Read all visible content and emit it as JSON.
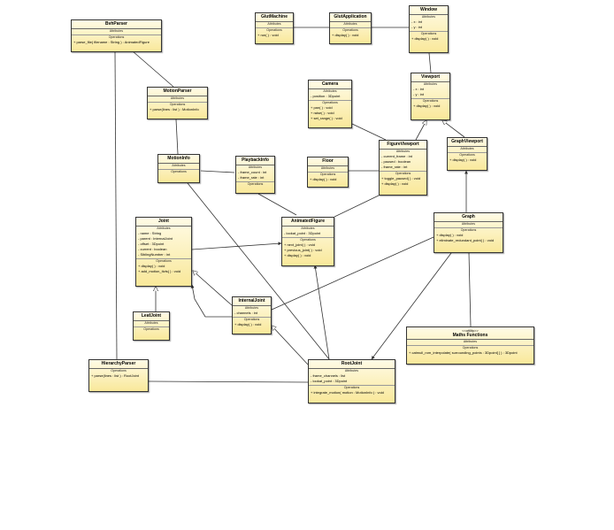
{
  "labels": {
    "attributes": "Attributes",
    "operations": "Operations"
  },
  "classes": {
    "bvhparser": {
      "name": "BvhParser",
      "attributes": [],
      "operations": [
        "+ parse_file( filename : String ) : AnimatedFigure"
      ]
    },
    "motionparser": {
      "name": "MotionParser",
      "attributes": [],
      "operations": [
        "+ parse(lines : list ) : MotionInfo"
      ]
    },
    "motioninfo": {
      "name": "MotionInfo",
      "attributes": [],
      "operations": []
    },
    "joint": {
      "name": "Joint",
      "attributes": [
        "- name : String",
        "- parent : InternalJoint",
        "- offset : 3Dpoint",
        "- current : boolean",
        "- SiblingNumber : int"
      ],
      "operations": [
        "+ display( ) : void",
        "+ add_motion_tivts( ) : void"
      ]
    },
    "leafjoint": {
      "name": "LeafJoint",
      "attributes": [],
      "operations": []
    },
    "internaljoint": {
      "name": "InternalJoint",
      "attributes": [
        "- channels : int"
      ],
      "operations": [
        "+ display( ) : void"
      ]
    },
    "hierarchyparser": {
      "name": "HierarchyParser",
      "attributes": [],
      "operations": [
        "+ parse(lines : list ) : RootJoint"
      ]
    },
    "playbackinfo": {
      "name": "PlaybackInfo",
      "attributes": [
        "- frame_count : int",
        "- frame_rate : int"
      ],
      "operations": []
    },
    "animatedfigure": {
      "name": "AnimatedFigure",
      "attributes": [
        "- lookat_point : 3Dpoint"
      ],
      "operations": [
        "+ next_joint( ) : void",
        "+ previous_joint( ) : void",
        "+ display( ) : void"
      ]
    },
    "glutmachine": {
      "name": "GlutMachine",
      "attributes": [],
      "operations": [
        "+ run( ) : void"
      ]
    },
    "glutapplication": {
      "name": "GlutApplication",
      "attributes": [],
      "operations": [
        "+ display( ) : void"
      ]
    },
    "window": {
      "name": "Window",
      "attributes": [
        "- x : int",
        "- y : int"
      ],
      "operations": [
        "+ display( ) : void"
      ]
    },
    "camera": {
      "name": "Camera",
      "attributes": [
        "- position : 3Dpoint"
      ],
      "operations": [
        "+ pan( ) : void",
        "+ raise( ) : void",
        "+ set_range( ) : void"
      ]
    },
    "viewport": {
      "name": "Viewport",
      "attributes": [
        "- x : int",
        "- y : int"
      ],
      "operations": [
        "+ display( ) : void"
      ]
    },
    "floor": {
      "name": "Floor",
      "attributes": [],
      "operations": [
        "+ display( ) : void"
      ]
    },
    "figureviewport": {
      "name": "FigureViewport",
      "attributes": [
        "- current_frame : int",
        "- paused : boolean",
        "- frame_rate : int"
      ],
      "operations": [
        "+ toggle_paused( ) : void",
        "+ display( ) : void"
      ]
    },
    "graphviewport": {
      "name": "GraphViewport",
      "attributes": [],
      "operations": [
        "+ display( ) : void"
      ]
    },
    "graph": {
      "name": "Graph",
      "attributes": [],
      "operations": [
        "+ display( ) : void",
        "+ eliminate_redundant_point( ) : void"
      ]
    },
    "mathsfunctions": {
      "stereotype": "<<utility>>",
      "name": "Maths Functions",
      "attributes": [],
      "operations": [
        "+ catmull_rom_interpolate( surrounding_points : 3Dpoint[ ] ) : 3Dpoint"
      ]
    },
    "rootjoint": {
      "name": "RootJoint",
      "attributes": [
        "- frame_channels : list",
        "- lookat_point : 3Dpoint"
      ],
      "operations": [
        "+ integrate_motion( motion : MotionInfo ) : void"
      ]
    }
  },
  "colors": {
    "line": "#333333",
    "fill_top": "#fffbe6",
    "fill_bottom": "#f9e89a"
  }
}
